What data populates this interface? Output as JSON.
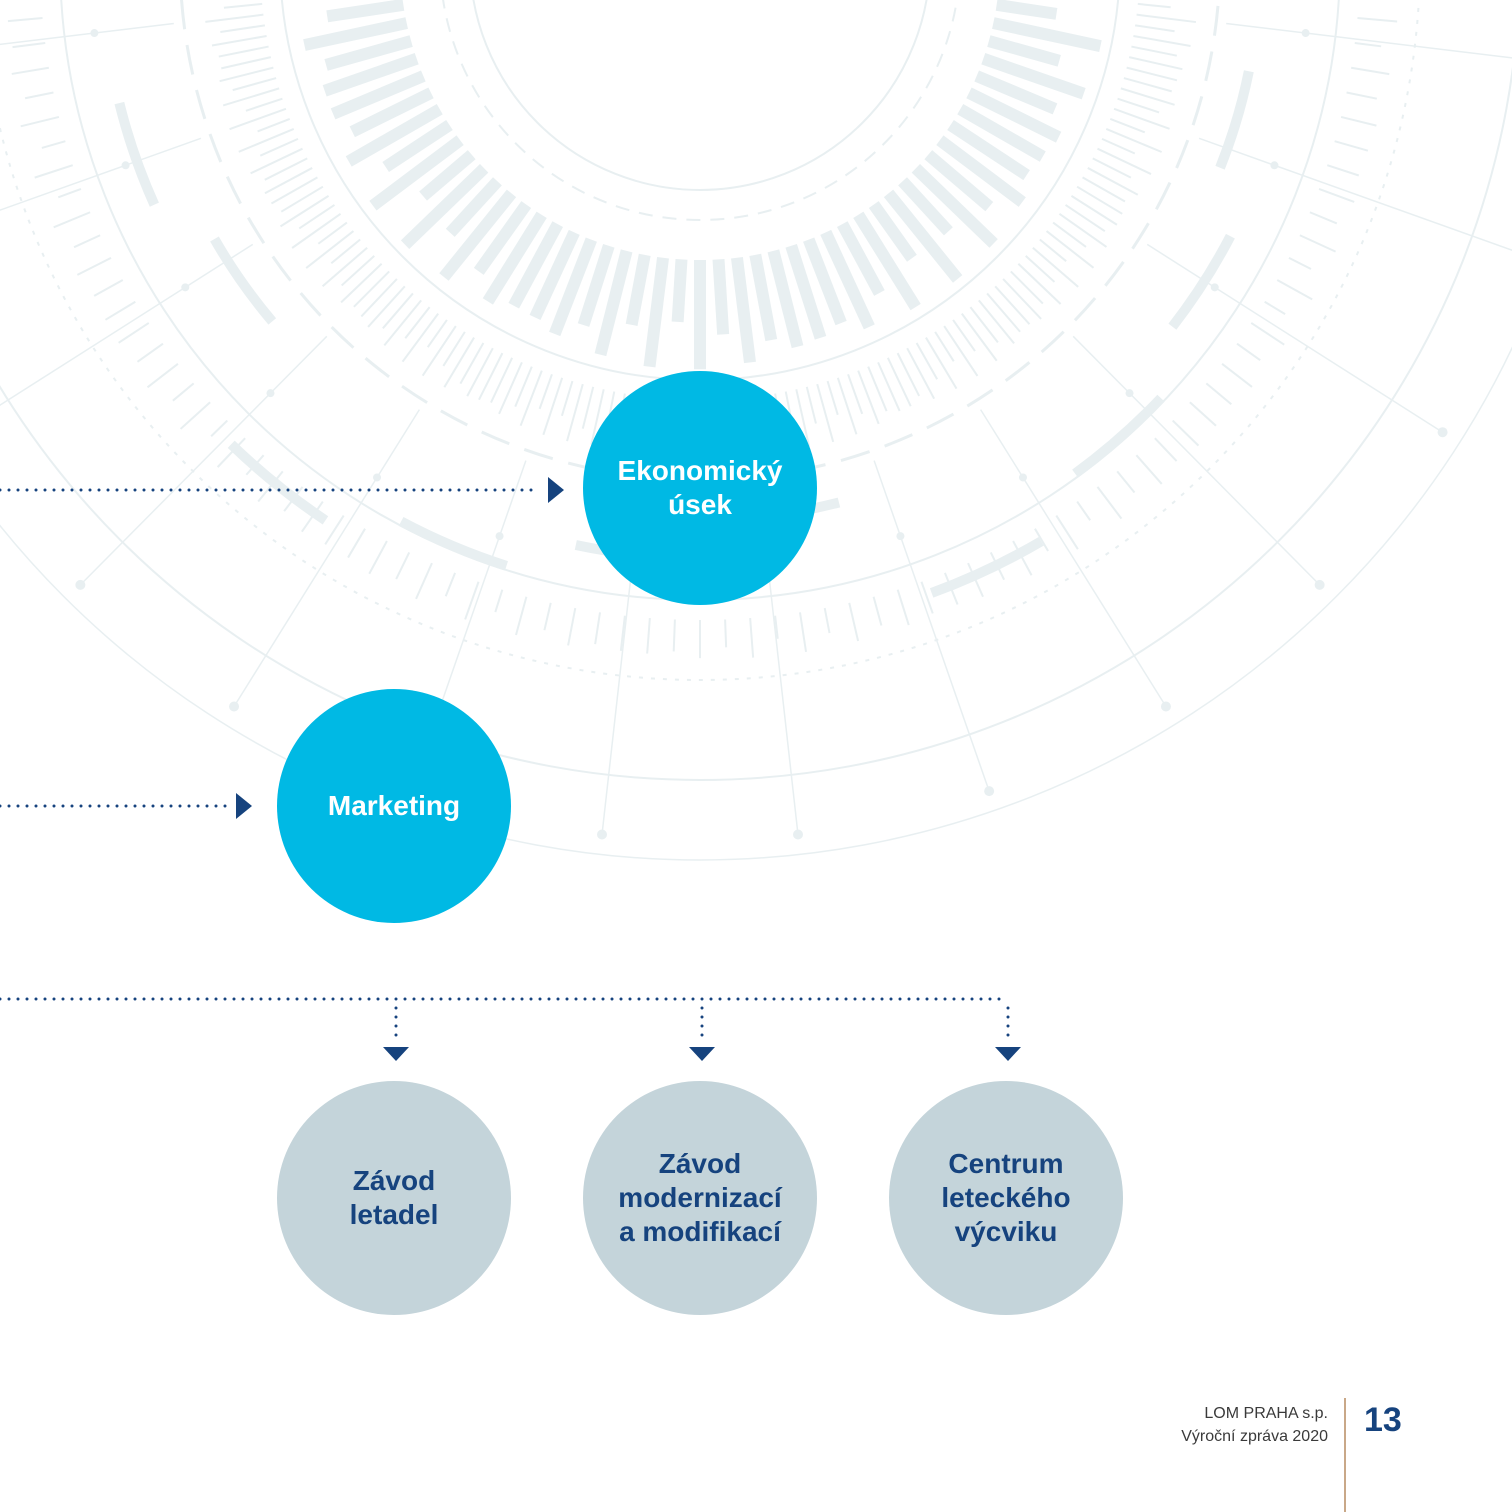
{
  "colors": {
    "primary_circle": "#00b9e4",
    "secondary_circle": "#c4d4da",
    "navy": "#16437e",
    "background_pattern": "#e8eff1",
    "footer_divider": "#c9a888"
  },
  "diagram": {
    "nodes": [
      {
        "id": "economic",
        "label": "Ekonomický\núsek",
        "style": "primary"
      },
      {
        "id": "marketing",
        "label": "Marketing",
        "style": "primary"
      },
      {
        "id": "aircraft",
        "label": "Závod\nletadel",
        "style": "secondary"
      },
      {
        "id": "modernization",
        "label": "Závod\nmodernizací\na modifikací",
        "style": "secondary"
      },
      {
        "id": "training",
        "label": "Centrum\nleteckého\nvýcviku",
        "style": "secondary"
      }
    ],
    "connectors": [
      {
        "to": "economic",
        "style": "dotted-arrow"
      },
      {
        "to": "marketing",
        "style": "dotted-arrow"
      },
      {
        "to": "aircraft",
        "style": "dotted-arrow"
      },
      {
        "to": "modernization",
        "style": "dotted-arrow"
      },
      {
        "to": "training",
        "style": "dotted-arrow"
      }
    ]
  },
  "footer": {
    "company": "LOM PRAHA s.p.",
    "report": "Výroční zpráva 2020",
    "page_number": "13"
  }
}
